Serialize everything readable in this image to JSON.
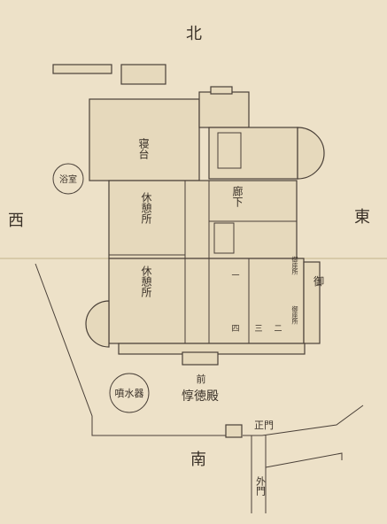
{
  "compass": {
    "north": "北",
    "south": "南",
    "east": "東",
    "west": "西"
  },
  "rooms": {
    "hall_left_upper": "寝台",
    "hall_right_upper": "廊下",
    "rest_upper": "休憩所",
    "rest_lower": "休憩所",
    "bath": "浴室",
    "imperial": "御",
    "imperial_side": "御座所",
    "imperial_right": "御座所"
  },
  "room_numbers": [
    "一",
    "二",
    "三",
    "四"
  ],
  "building_name": "惇徳殿",
  "front_label": "前",
  "fountain": "噴水器",
  "gates": {
    "main_gate": "正門",
    "outer_gate": "外門"
  },
  "colors": {
    "paper": "#ede1c8",
    "ink": "#4a4038",
    "wall_fill": "#e6d9bc"
  }
}
